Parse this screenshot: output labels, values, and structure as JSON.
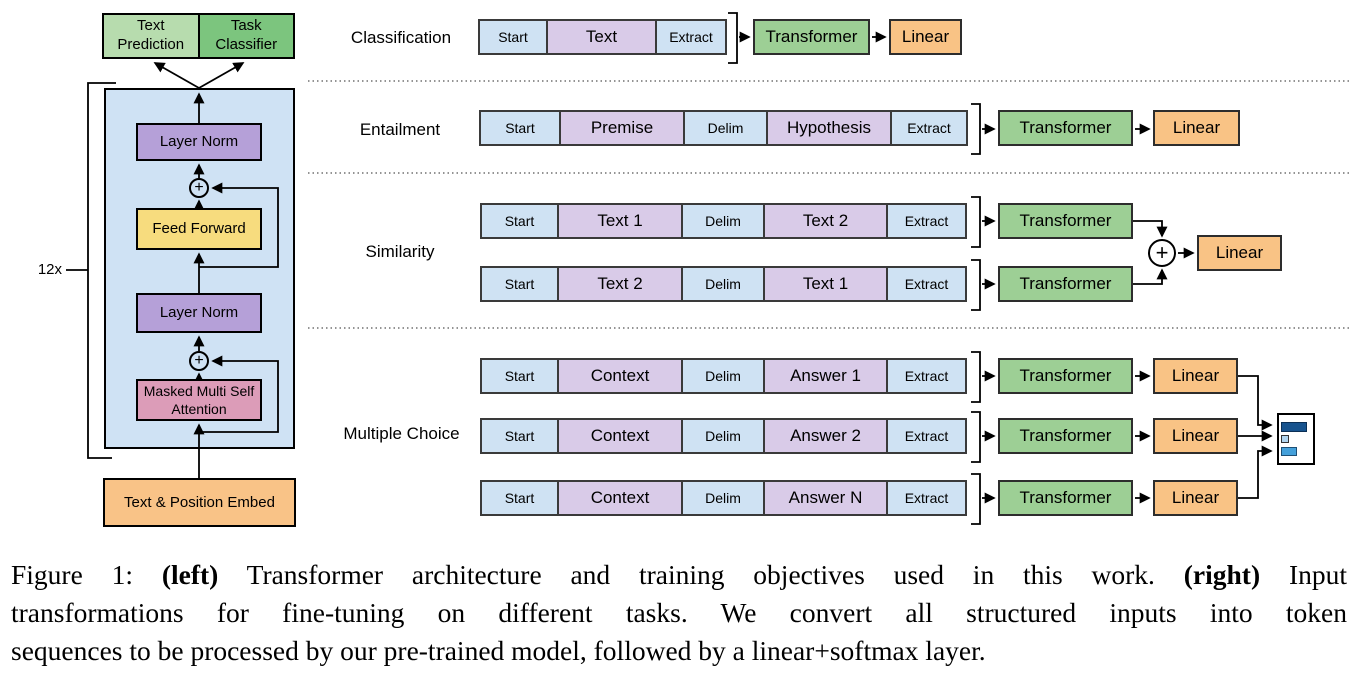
{
  "palette": {
    "token_blue": "#cfe2f3",
    "token_lavender": "#d9cbe8",
    "transformer_green": "#9dcf95",
    "linear_orange": "#f9c385",
    "light_green": "#b7dcae",
    "dark_green": "#7cc57e",
    "layer_norm_purple": "#b5a0d8",
    "feed_forward_yellow": "#f7dc7e",
    "attention_pink": "#dc9cb8",
    "container_blue": "#cfe2f4",
    "bar_dark_blue": "#17538e",
    "bar_light_blue": "#b0d4ef",
    "bar_medium_blue": "#44a0da"
  },
  "shared": {
    "plus": "+",
    "transformer": "Transformer",
    "linear": "Linear"
  },
  "left": {
    "repeat_label": "12x",
    "text_prediction": "Text Prediction",
    "task_classifier": "Task Classifier",
    "layer_norm_1": "Layer Norm",
    "feed_forward": "Feed Forward",
    "layer_norm_2": "Layer Norm",
    "masked_attention": "Masked Multi Self Attention",
    "embed": "Text & Position Embed"
  },
  "right": {
    "classification": {
      "label": "Classification",
      "tokens": [
        "Start",
        "Text",
        "Extract"
      ]
    },
    "entailment": {
      "label": "Entailment",
      "tokens": [
        "Start",
        "Premise",
        "Delim",
        "Hypothesis",
        "Extract"
      ]
    },
    "similarity": {
      "label": "Similarity",
      "row1": [
        "Start",
        "Text 1",
        "Delim",
        "Text 2",
        "Extract"
      ],
      "row2": [
        "Start",
        "Text 2",
        "Delim",
        "Text 1",
        "Extract"
      ]
    },
    "multiple_choice": {
      "label": "Multiple Choice",
      "row1": [
        "Start",
        "Context",
        "Delim",
        "Answer 1",
        "Extract"
      ],
      "row2": [
        "Start",
        "Context",
        "Delim",
        "Answer 2",
        "Extract"
      ],
      "row3": [
        "Start",
        "Context",
        "Delim",
        "Answer N",
        "Extract"
      ]
    }
  },
  "caption": {
    "l1_prefix": "Figure 1:",
    "l1_bold1": "(left)",
    "l1_mid": "Transformer architecture and training objectives used in this work.",
    "l1_bold2": "(right)",
    "l1_tail": "Input",
    "line2": "transformations for fine-tuning on different tasks.  We convert all structured inputs into token",
    "line3": "sequences to be processed by our pre-trained model, followed by a linear+softmax layer."
  }
}
